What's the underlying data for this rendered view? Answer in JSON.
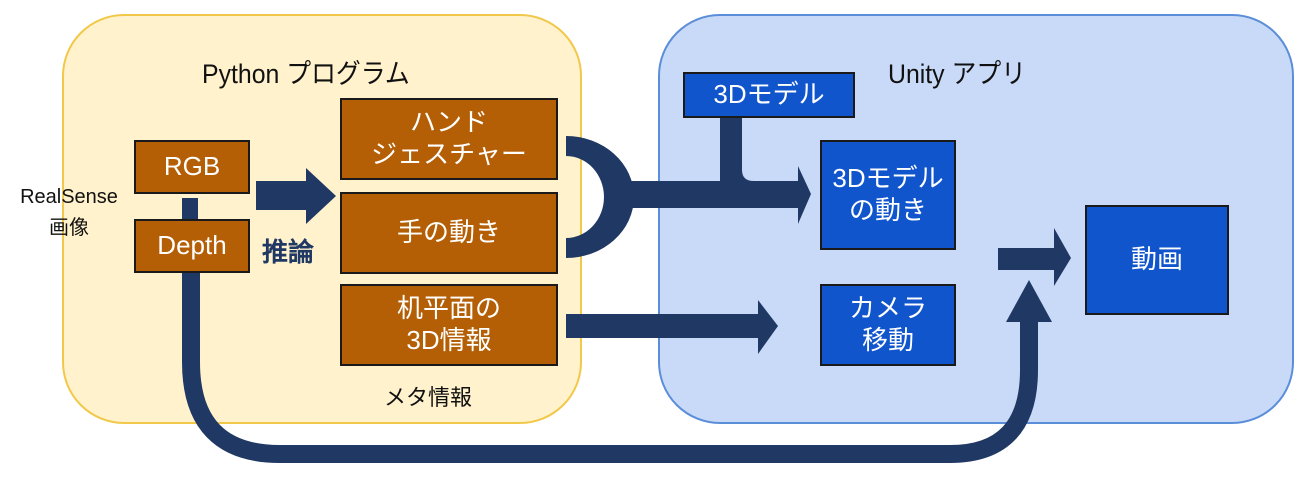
{
  "colors": {
    "python_panel_fill": "#fff2cc",
    "python_panel_border": "#f2c84b",
    "unity_panel_fill": "#c9daf8",
    "unity_panel_border": "#5b8ed8",
    "process_box_fill": "#b45f06",
    "unity_box_fill": "#1155cc",
    "arrow": "#1f3864"
  },
  "input": {
    "label_line1": "RealSense",
    "label_line2": "画像"
  },
  "python_panel": {
    "title": "Python プログラム",
    "inputs": [
      {
        "id": "rgb",
        "label": "RGB"
      },
      {
        "id": "depth",
        "label": "Depth"
      }
    ],
    "inference_label": "推論",
    "outputs": [
      {
        "id": "hand-gesture",
        "label": "ハンド\nジェスチャー"
      },
      {
        "id": "hand-motion",
        "label": "手の動き"
      },
      {
        "id": "desk-plane",
        "label": "机平面の\n3D情報"
      }
    ],
    "meta_label": "メタ情報"
  },
  "unity_panel": {
    "title": "Unity アプリ",
    "model_box": "3Dモデル",
    "model_motion_box": "3Dモデル\nの動き",
    "camera_box": "カメラ\n移動",
    "video_box": "動画"
  },
  "edges": [
    {
      "from": "RGB+Depth",
      "to": "推論 outputs"
    },
    {
      "from": "ハンドジェスチャー + 手の動き",
      "to": "3Dモデルの動き"
    },
    {
      "from": "3Dモデル",
      "to": "3Dモデルの動き"
    },
    {
      "from": "机平面の3D情報",
      "to": "カメラ移動"
    },
    {
      "from": "3Dモデルの動き / カメラ移動",
      "to": "動画"
    },
    {
      "from": "Depth",
      "to": "動画"
    }
  ]
}
